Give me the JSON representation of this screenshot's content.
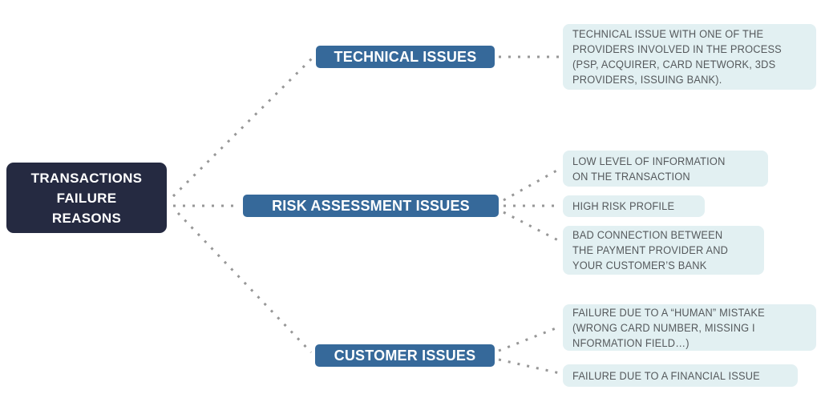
{
  "diagram_title": "Transactions failure reasons mind map",
  "root": {
    "label": "TRANSACTIONS\nFAILURE\nREASONS"
  },
  "branches": [
    {
      "id": "technical-issues",
      "label": "TECHNICAL ISSUES",
      "details": [
        {
          "text": "TECHNICAL ISSUE WITH ONE OF THE\nPROVIDERS INVOLVED IN THE PROCESS\n(PSP, ACQUIRER, CARD NETWORK, 3DS\nPROVIDERS, ISSUING BANK)."
        }
      ]
    },
    {
      "id": "risk-assessment-issues",
      "label": "RISK ASSESSMENT ISSUES",
      "details": [
        {
          "text": "LOW LEVEL OF INFORMATION\nON THE TRANSACTION"
        },
        {
          "text": "HIGH RISK PROFILE"
        },
        {
          "text": "BAD CONNECTION BETWEEN\nTHE PAYMENT PROVIDER AND\nYOUR CUSTOMER’S BANK"
        }
      ]
    },
    {
      "id": "customer-issues",
      "label": "CUSTOMER ISSUES",
      "details": [
        {
          "text": "FAILURE DUE TO A “HUMAN” MISTAKE\n(WRONG CARD NUMBER, MISSING I\nNFORMATION FIELD…)"
        },
        {
          "text": "FAILURE DUE TO A FINANCIAL ISSUE"
        }
      ]
    }
  ],
  "colors": {
    "root_bg": "#252a41",
    "branch_bg": "#36699a",
    "detail_bg": "#e2f0f2",
    "detail_text": "#55595c",
    "connector": "#979797",
    "text_on_dark": "#ffffff",
    "page_bg": "#ffffff"
  }
}
